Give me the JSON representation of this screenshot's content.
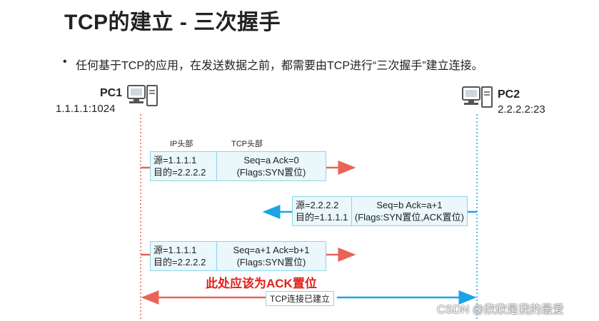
{
  "title": "TCP的建立 - 三次握手",
  "bullet": "任何基于TCP的应用，在发送数据之前，都需要由TCP进行“三次握手”建立连接。",
  "hosts": {
    "pc1": {
      "name": "PC1",
      "addr": "1.1.1.1:1024"
    },
    "pc2": {
      "name": "PC2",
      "addr": "2.2.2.2:23"
    }
  },
  "headers": {
    "ip": "IP头部",
    "tcp": "TCP头部"
  },
  "segments": [
    {
      "ip_src": "源=1.1.1.1",
      "ip_dst": "目的=2.2.2.2",
      "tcp_line1": "Seq=a  Ack=0",
      "tcp_line2": "(Flags:SYN置位)"
    },
    {
      "ip_src": "源=2.2.2.2",
      "ip_dst": "目的=1.1.1.1",
      "tcp_line1": "Seq=b Ack=a+1",
      "tcp_line2": "(Flags:SYN置位,ACK置位)"
    },
    {
      "ip_src": "源=1.1.1.1",
      "ip_dst": "目的=2.2.2.2",
      "tcp_line1": "Seq=a+1  Ack=b+1",
      "tcp_line2": "(Flags:SYN置位)"
    }
  ],
  "note": "此处应该为ACK置位",
  "established": "TCP连接已建立",
  "watermark": "CSDN @欣欣是我的最爱",
  "colors": {
    "pc1_line": "#e8645a",
    "pc2_line": "#1aa3e8",
    "note": "#e0201a",
    "box_bg": "#eaf7fb",
    "box_border": "#8fd3e6"
  }
}
